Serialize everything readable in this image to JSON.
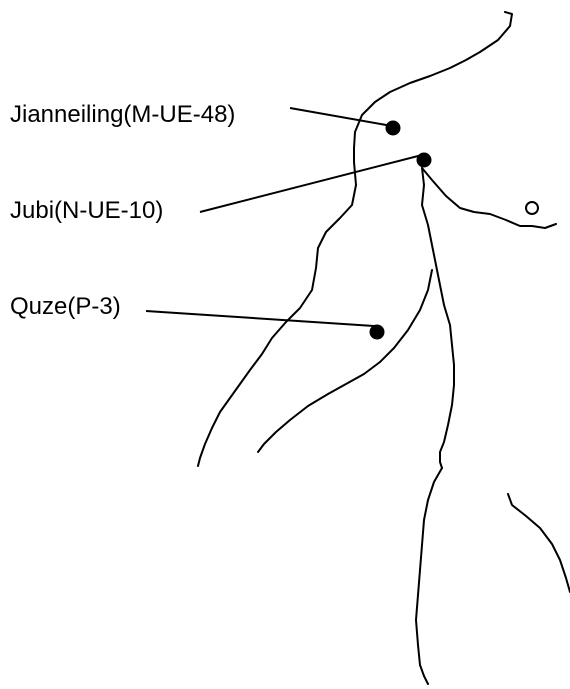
{
  "points": [
    {
      "id": "jianneiling",
      "label": "Jianneiling(M-UE-48)"
    },
    {
      "id": "jubi",
      "label": "Jubi(N-UE-10)"
    },
    {
      "id": "quze",
      "label": "Quze(P-3)"
    }
  ],
  "colors": {
    "ink": "#000000",
    "background": "#ffffff"
  }
}
